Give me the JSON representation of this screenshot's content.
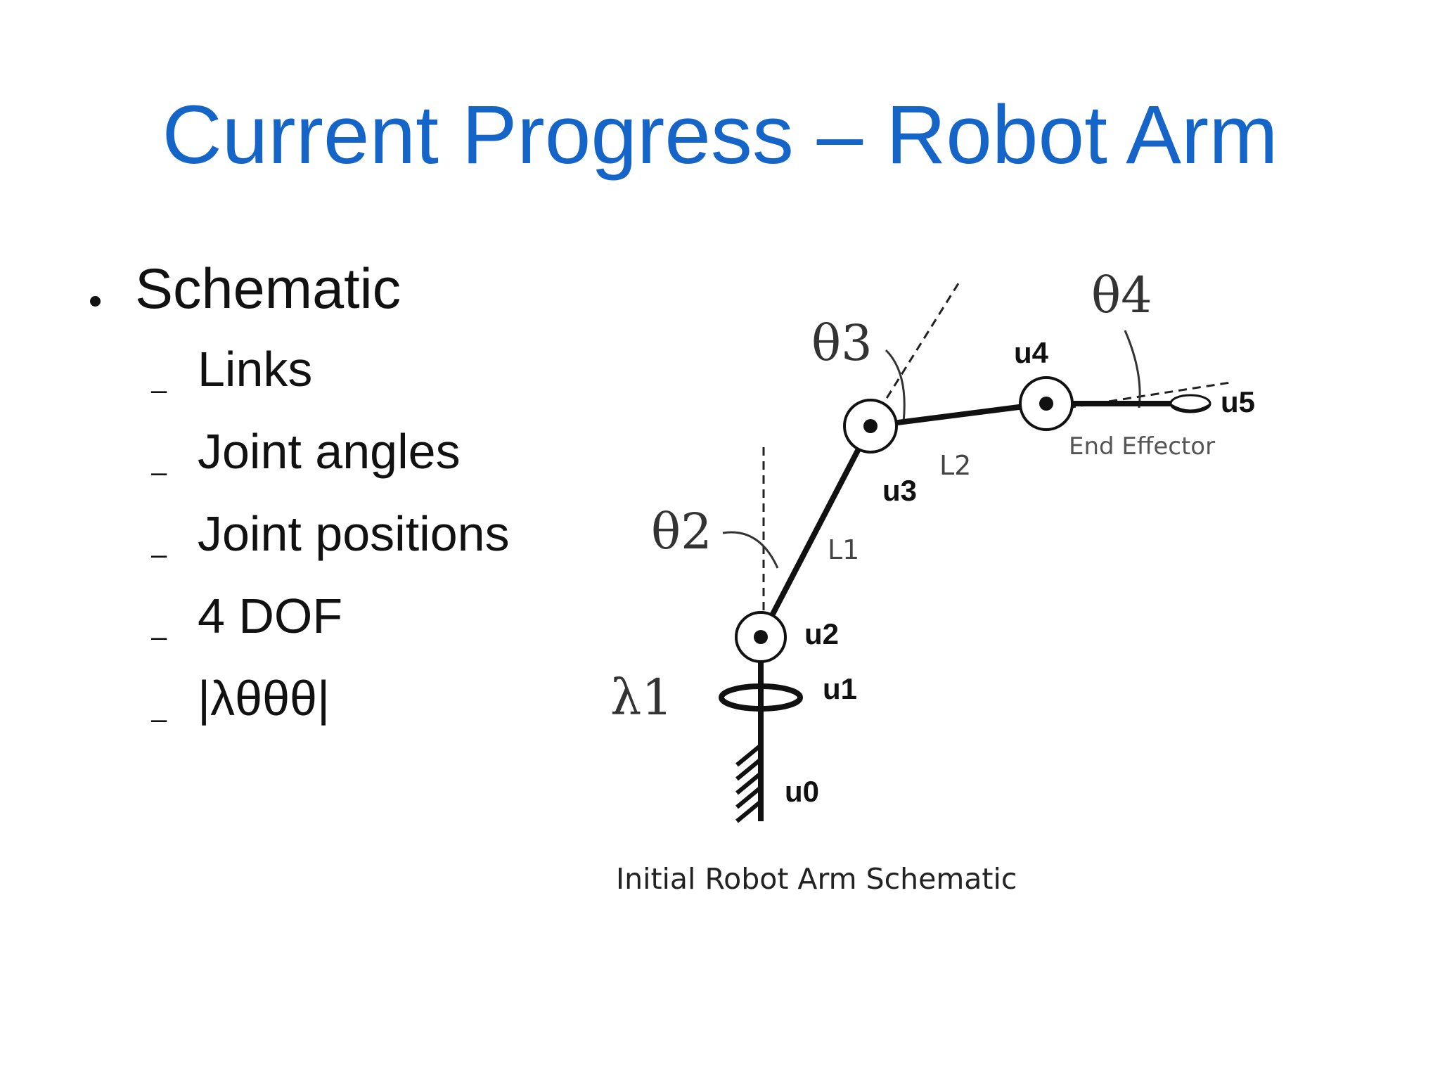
{
  "slide": {
    "title": "Current Progress – Robot Arm",
    "bullet": "Schematic",
    "subitems": [
      "Links",
      "Joint angles",
      "Joint positions",
      "4 DOF",
      "|λθθθ|"
    ],
    "sub_marker": "–",
    "caption": "Initial Robot Arm Schematic",
    "title_color": "#1565c8"
  },
  "diagram": {
    "joints": [
      "u0",
      "u1",
      "u2",
      "u3",
      "u4",
      "u5"
    ],
    "links": [
      "L1",
      "L2"
    ],
    "angles": [
      "λ1",
      "θ2",
      "θ3",
      "θ4"
    ],
    "end_effector": "End Effector"
  }
}
